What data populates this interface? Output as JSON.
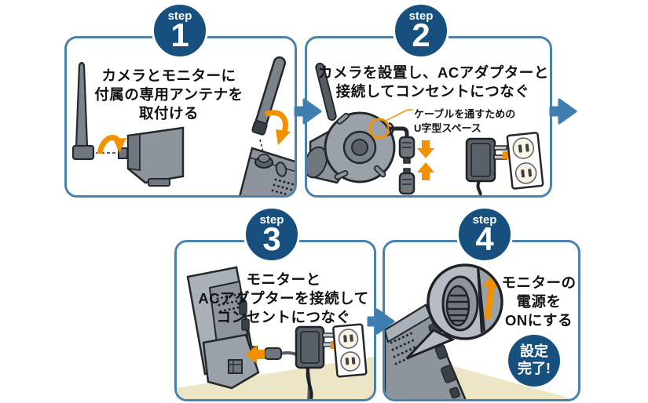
{
  "colors": {
    "step_badge_navy": "#17507e",
    "panel_border_blue": "#4a82ac",
    "next_arrow_blue": "#3e7eb1",
    "highlight_orange": "#f39000",
    "floor_beige": "#ece5c6"
  },
  "steps": [
    {
      "badge_label": "step",
      "badge_number": "1",
      "headline_lines": [
        "カメラとモニターに",
        "付属の専用アンテナを",
        "取付ける"
      ]
    },
    {
      "badge_label": "step",
      "badge_number": "2",
      "headline_lines": [
        "カメラを設置し、ACアダプターと",
        "接続してコンセントにつなぐ"
      ],
      "annotation_lines": [
        "ケーブルを通すための",
        "U字型スペース"
      ]
    },
    {
      "badge_label": "step",
      "badge_number": "3",
      "headline_lines": [
        "モニターと",
        "ACアダプターを接続して",
        "コンセントにつなぐ"
      ]
    },
    {
      "badge_label": "step",
      "badge_number": "4",
      "headline_lines": [
        "モニターの",
        "電源を",
        "ONにする"
      ],
      "completion_lines": [
        "設定",
        "完了!"
      ]
    }
  ]
}
